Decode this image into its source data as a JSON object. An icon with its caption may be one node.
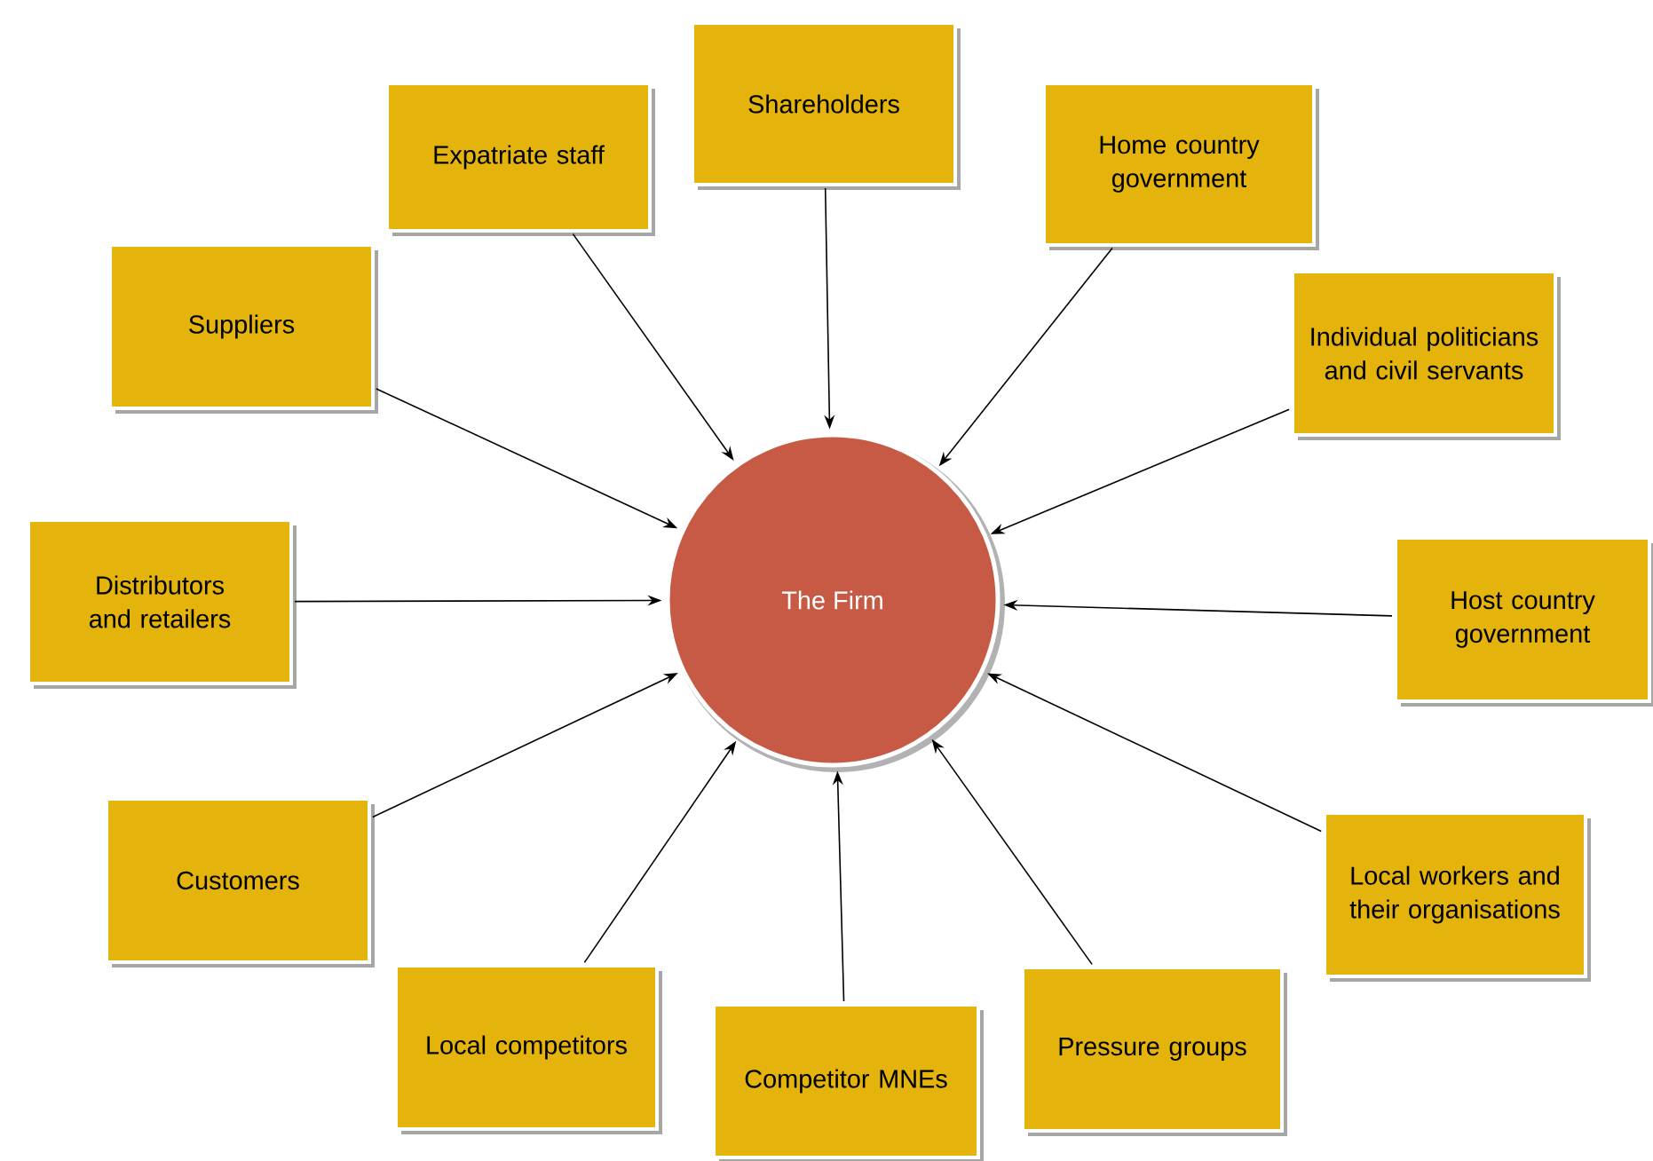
{
  "diagram": {
    "nodes": [
      {
        "text": [
          "Shareholders"
        ]
      },
      {
        "text": [
          "Expatriate staff"
        ]
      },
      {
        "text": [
          "Home country government"
        ]
      },
      {
        "text": [
          "Suppliers"
        ]
      },
      {
        "text": [
          "Individual politicians and civil servants"
        ]
      },
      {
        "text": [
          "Distributors and retailers"
        ]
      },
      {
        "text": [
          "The Firm"
        ]
      },
      {
        "text": [
          "Host country government"
        ]
      },
      {
        "text": [
          "Customers"
        ]
      },
      {
        "text": [
          "Local workers and their organisations"
        ]
      },
      {
        "text": [
          "Local competitors"
        ]
      },
      {
        "text": [
          "Pressure groups"
        ]
      },
      {
        "text": [
          "Competitor MNEs"
        ]
      }
    ],
    "edges": [
      {
        "from": 0,
        "to": 6,
        "arrow": "to"
      },
      {
        "from": 1,
        "to": 6,
        "arrow": "to"
      },
      {
        "from": 2,
        "to": 6,
        "arrow": "to"
      },
      {
        "from": 3,
        "to": 6,
        "arrow": "to"
      },
      {
        "from": 4,
        "to": 6,
        "arrow": "to"
      },
      {
        "from": 5,
        "to": 6,
        "arrow": "to"
      },
      {
        "from": 7,
        "to": 6,
        "arrow": "to"
      },
      {
        "from": 8,
        "to": 6,
        "arrow": "to"
      },
      {
        "from": 9,
        "to": 6,
        "arrow": "to"
      },
      {
        "from": 10,
        "to": 6,
        "arrow": "to"
      },
      {
        "from": 11,
        "to": 6,
        "arrow": "to"
      },
      {
        "from": 12,
        "to": 6,
        "arrow": "to"
      }
    ]
  }
}
